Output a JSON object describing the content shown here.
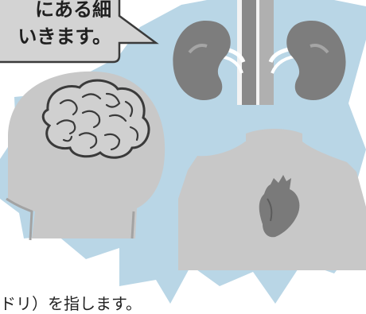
{
  "speech_bubble": {
    "line1": "にある細",
    "line2": "いきます。"
  },
  "caption": "ドリ）を指します。",
  "colors": {
    "burst": "#b9d6e6",
    "organ_gray": "#c8c8c8",
    "organ_dark": "#7d7d7d",
    "bubble_fill": "#d3d3d3",
    "outline": "#3a3a3a",
    "brain_fill": "#d0d0d0"
  },
  "icons": [
    "speech-bubble-icon",
    "kidneys-icon",
    "head-with-brain-icon",
    "torso-with-heart-icon"
  ]
}
